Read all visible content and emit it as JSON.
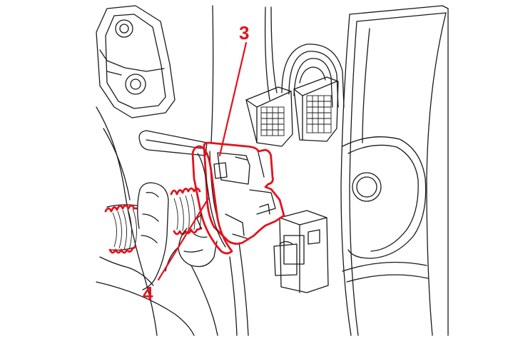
{
  "callouts": [
    {
      "id": "3",
      "label": "3"
    },
    {
      "id": "4",
      "label": "4"
    }
  ],
  "colors": {
    "highlight": "#e3121d",
    "line": "#1a1a1a",
    "background": "#ffffff"
  }
}
